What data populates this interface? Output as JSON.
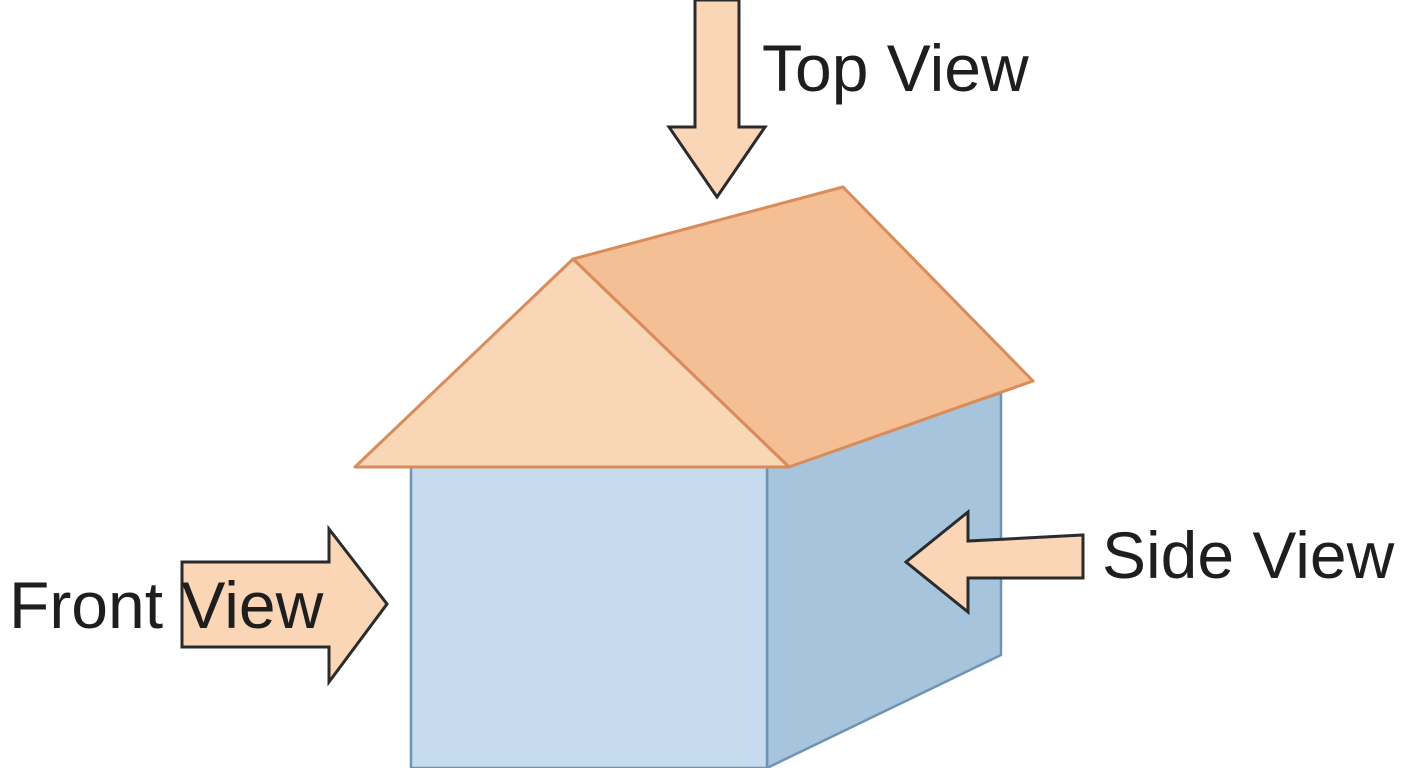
{
  "labels": {
    "top": "Top View",
    "side": "Side View",
    "front": "Front View"
  },
  "colors": {
    "background": "#ffffff",
    "arrow_fill": "#fad5b6",
    "arrow_stroke": "#2b2b2b",
    "roof_front": "#f8d6b6",
    "roof_side": "#f4bf95",
    "roof_edge": "#d98c5a",
    "wall_front": "#c6dcee",
    "wall_side": "#a6c5dc",
    "wall_edge": "#6e93b3",
    "text": "#1e1e1e"
  },
  "icons": {
    "top_arrow": "arrow-down",
    "side_arrow": "arrow-left",
    "front_arrow": "arrow-right"
  }
}
